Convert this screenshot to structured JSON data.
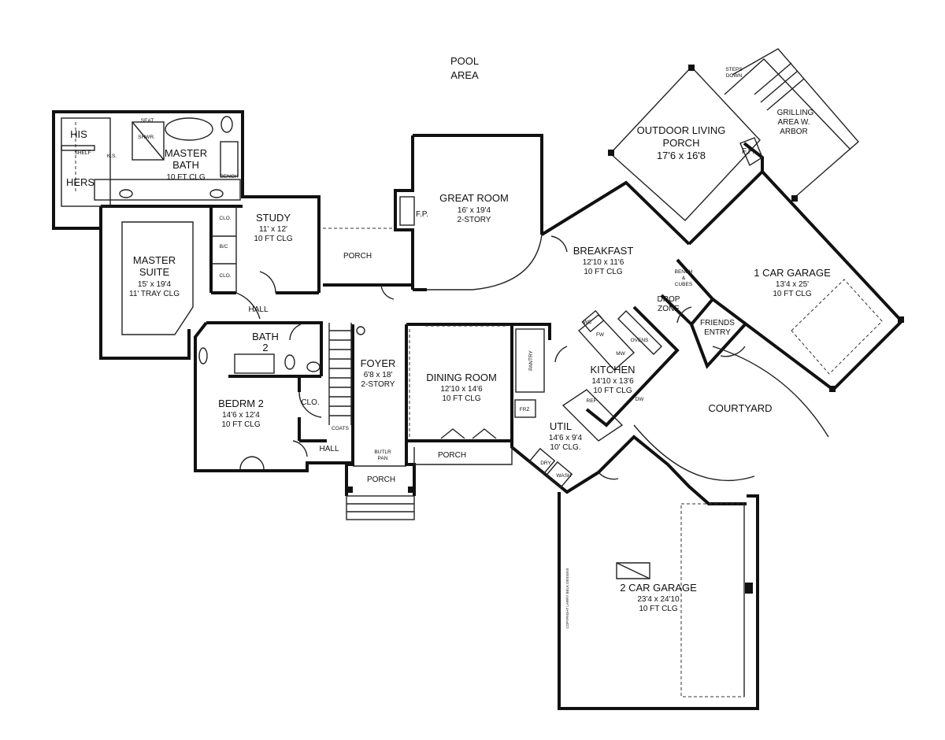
{
  "labels": {
    "pool": [
      "POOL",
      "AREA"
    ],
    "his": "HIS",
    "hers": "HERS",
    "shelf": "SHELF",
    "ks": "K.S.",
    "seat": "SEAT",
    "shwr": "SHWR.",
    "bench_mb": "BENCH",
    "master_bath": [
      "MASTER",
      "BATH",
      "10 FT CLG"
    ],
    "study": [
      "STUDY",
      "11' x 12'",
      "10 FT CLG"
    ],
    "clo": "CLO.",
    "bc": "B/C",
    "master_suite": [
      "MASTER",
      "SUITE",
      "15' x 19'4",
      "11' TRAY CLG"
    ],
    "hall": "HALL",
    "porch": "PORCH",
    "great_room": [
      "GREAT ROOM",
      "16' x 19'4",
      "2-STORY"
    ],
    "fp": "F.P.",
    "outdoor": [
      "OUTDOOR LIVING",
      "PORCH",
      "17'6 x 16'8"
    ],
    "grilling": [
      "GRILLING",
      "AREA W.",
      "ARBOR"
    ],
    "steps_down": [
      "STEPS",
      "DOWN"
    ],
    "fp2": "F.P.",
    "breakfast": [
      "BREAKFAST",
      "12'10 x 11'6",
      "10 FT CLG"
    ],
    "bench_cubes": [
      "BENCH",
      "&",
      "CUBES"
    ],
    "drop_zone": [
      "DROP",
      "ZONE"
    ],
    "friends_entry": [
      "FRIENDS",
      "ENTRY"
    ],
    "garage1": [
      "1 CAR GARAGE",
      "13'4 x 25'",
      "10 FT CLG"
    ],
    "bath2": [
      "BATH",
      "2"
    ],
    "foyer": [
      "FOYER",
      "6'8 x 18'",
      "2-STORY"
    ],
    "dining": [
      "DINING ROOM",
      "12'10 x 14'6",
      "10 FT CLG"
    ],
    "pantry": "PANTRY",
    "kitchen": [
      "KITCHEN",
      "14'10 x 13'6",
      "10 FT CLG"
    ],
    "wc": "WC",
    "fw": "FW",
    "mw": "MW",
    "ovens": "OVENS",
    "ref": "REF",
    "dw": "DW",
    "frz": "FRZ",
    "util": [
      "UTIL",
      "14'6 x 9'4",
      "10' CLG."
    ],
    "dry": "DRY",
    "wash": "WASH",
    "bedrm2": [
      "BEDRM 2",
      "14'6 x 12'4",
      "10 FT CLG"
    ],
    "coats": "COATS",
    "butlr": [
      "BUTLR",
      "PAN"
    ],
    "hall2": "HALL",
    "porch_front": "PORCH",
    "porch_dining": "PORCH",
    "courtyard": "COURTYARD",
    "garage2": [
      "2 CAR GARAGE",
      "23'4 x 24'10",
      "10 FT CLG"
    ],
    "copyright": "COPYRIGHT LARRY BELK DESIGNS"
  }
}
